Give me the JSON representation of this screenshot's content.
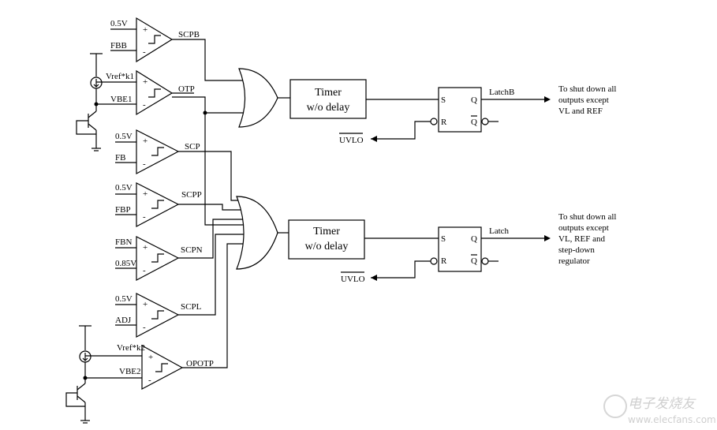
{
  "comparators": [
    {
      "plus": "0.5V",
      "minus": "FBB",
      "out": "SCPB"
    },
    {
      "plus": "Vref*k1",
      "minus": "VBE1",
      "out": "OTP"
    },
    {
      "plus": "0.5V",
      "minus": "FB",
      "out": "SCP"
    },
    {
      "plus": "0.5V",
      "minus": "FBP",
      "out": "SCPP"
    },
    {
      "plus": "FBN",
      "minus": "0.85V",
      "out": "SCPN"
    },
    {
      "plus": "0.5V",
      "minus": "ADJ",
      "out": "SCPL"
    },
    {
      "plus": "Vref*k2",
      "minus": "VBE2",
      "out": "OPOTP"
    }
  ],
  "timers": [
    {
      "line1": "Timer",
      "line2": "w/o delay"
    },
    {
      "line1": "Timer",
      "line2": "w/o delay"
    }
  ],
  "latches": [
    {
      "s": "S",
      "r": "R",
      "q": "Q",
      "qbar": "Q",
      "out": "LatchB",
      "uvlo": "UVLO",
      "note": [
        "To shut down all",
        "outputs except",
        "VL and REF"
      ]
    },
    {
      "s": "S",
      "r": "R",
      "q": "Q",
      "qbar": "Q",
      "out": "Latch",
      "uvlo": "UVLO",
      "note": [
        "To shut down all",
        "outputs except",
        "VL, REF and",
        "step-down",
        "regulator"
      ]
    }
  ],
  "signs": {
    "plus": "+",
    "minus": "-"
  },
  "watermark": {
    "cn": "电子发烧友",
    "url": "www.elecfans.com"
  }
}
